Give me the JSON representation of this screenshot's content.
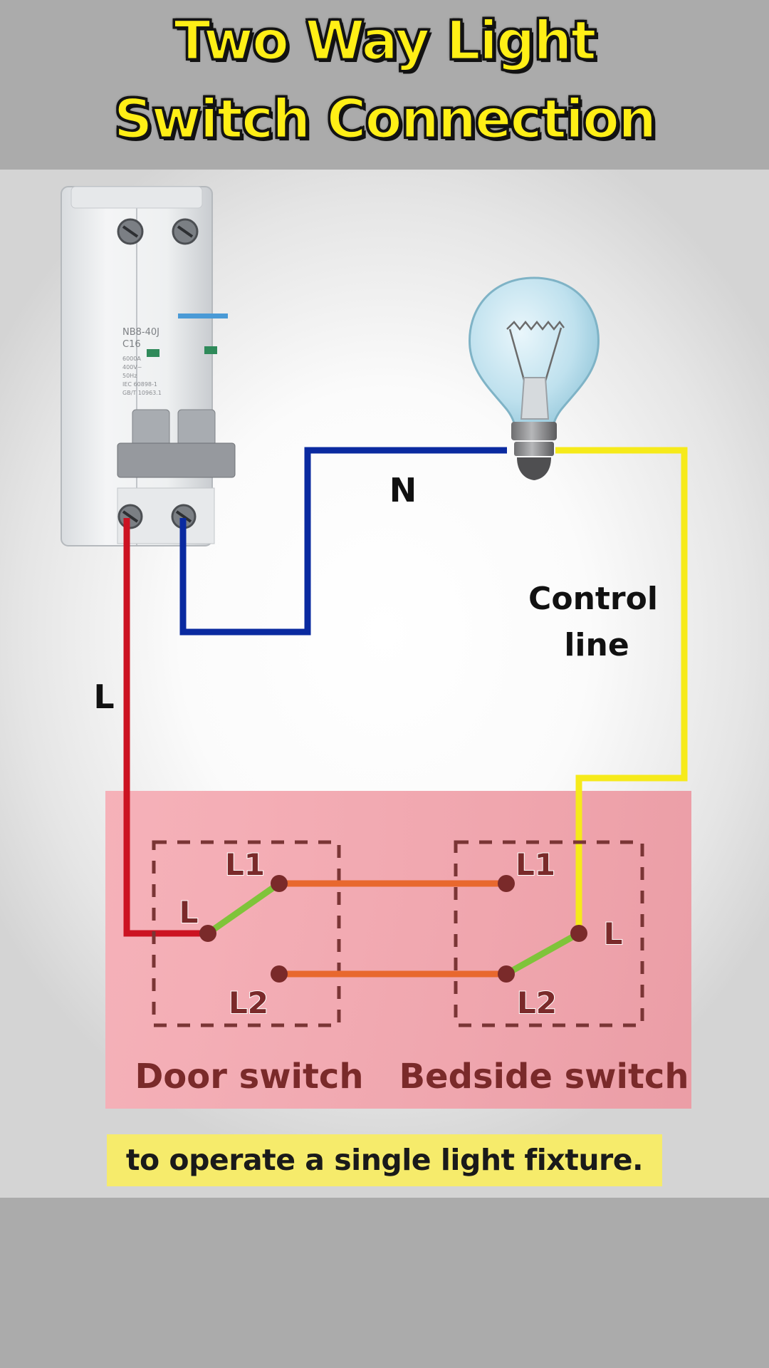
{
  "title": {
    "line1": "Two Way Light",
    "line2": "Switch Connection"
  },
  "breaker": {
    "model": "NB8-40J",
    "rating": "C16",
    "spec_lines": [
      "6000A",
      "400V~",
      "50Hz",
      "IEC 60898-1",
      "GB/T 10963.1"
    ]
  },
  "wire_labels": {
    "live": "L",
    "neutral": "N",
    "control": [
      "Control",
      "line"
    ]
  },
  "door_switch": {
    "l1": "L1",
    "l": "L",
    "l2": "L2",
    "name": "Door switch"
  },
  "bedside_switch": {
    "l1": "L1",
    "l": "L",
    "l2": "L2",
    "name": "Bedside switch"
  },
  "caption": "to operate a single light fixture.",
  "colors": {
    "live": "#cc1322",
    "neutral": "#0a2aa0",
    "control": "#f6ea1a",
    "traveler": "#e8682e",
    "lever": "#7fc43a",
    "terminal": "#7a2a2a",
    "switch_zone": "#f3a9b1",
    "title": "#ffef16"
  }
}
